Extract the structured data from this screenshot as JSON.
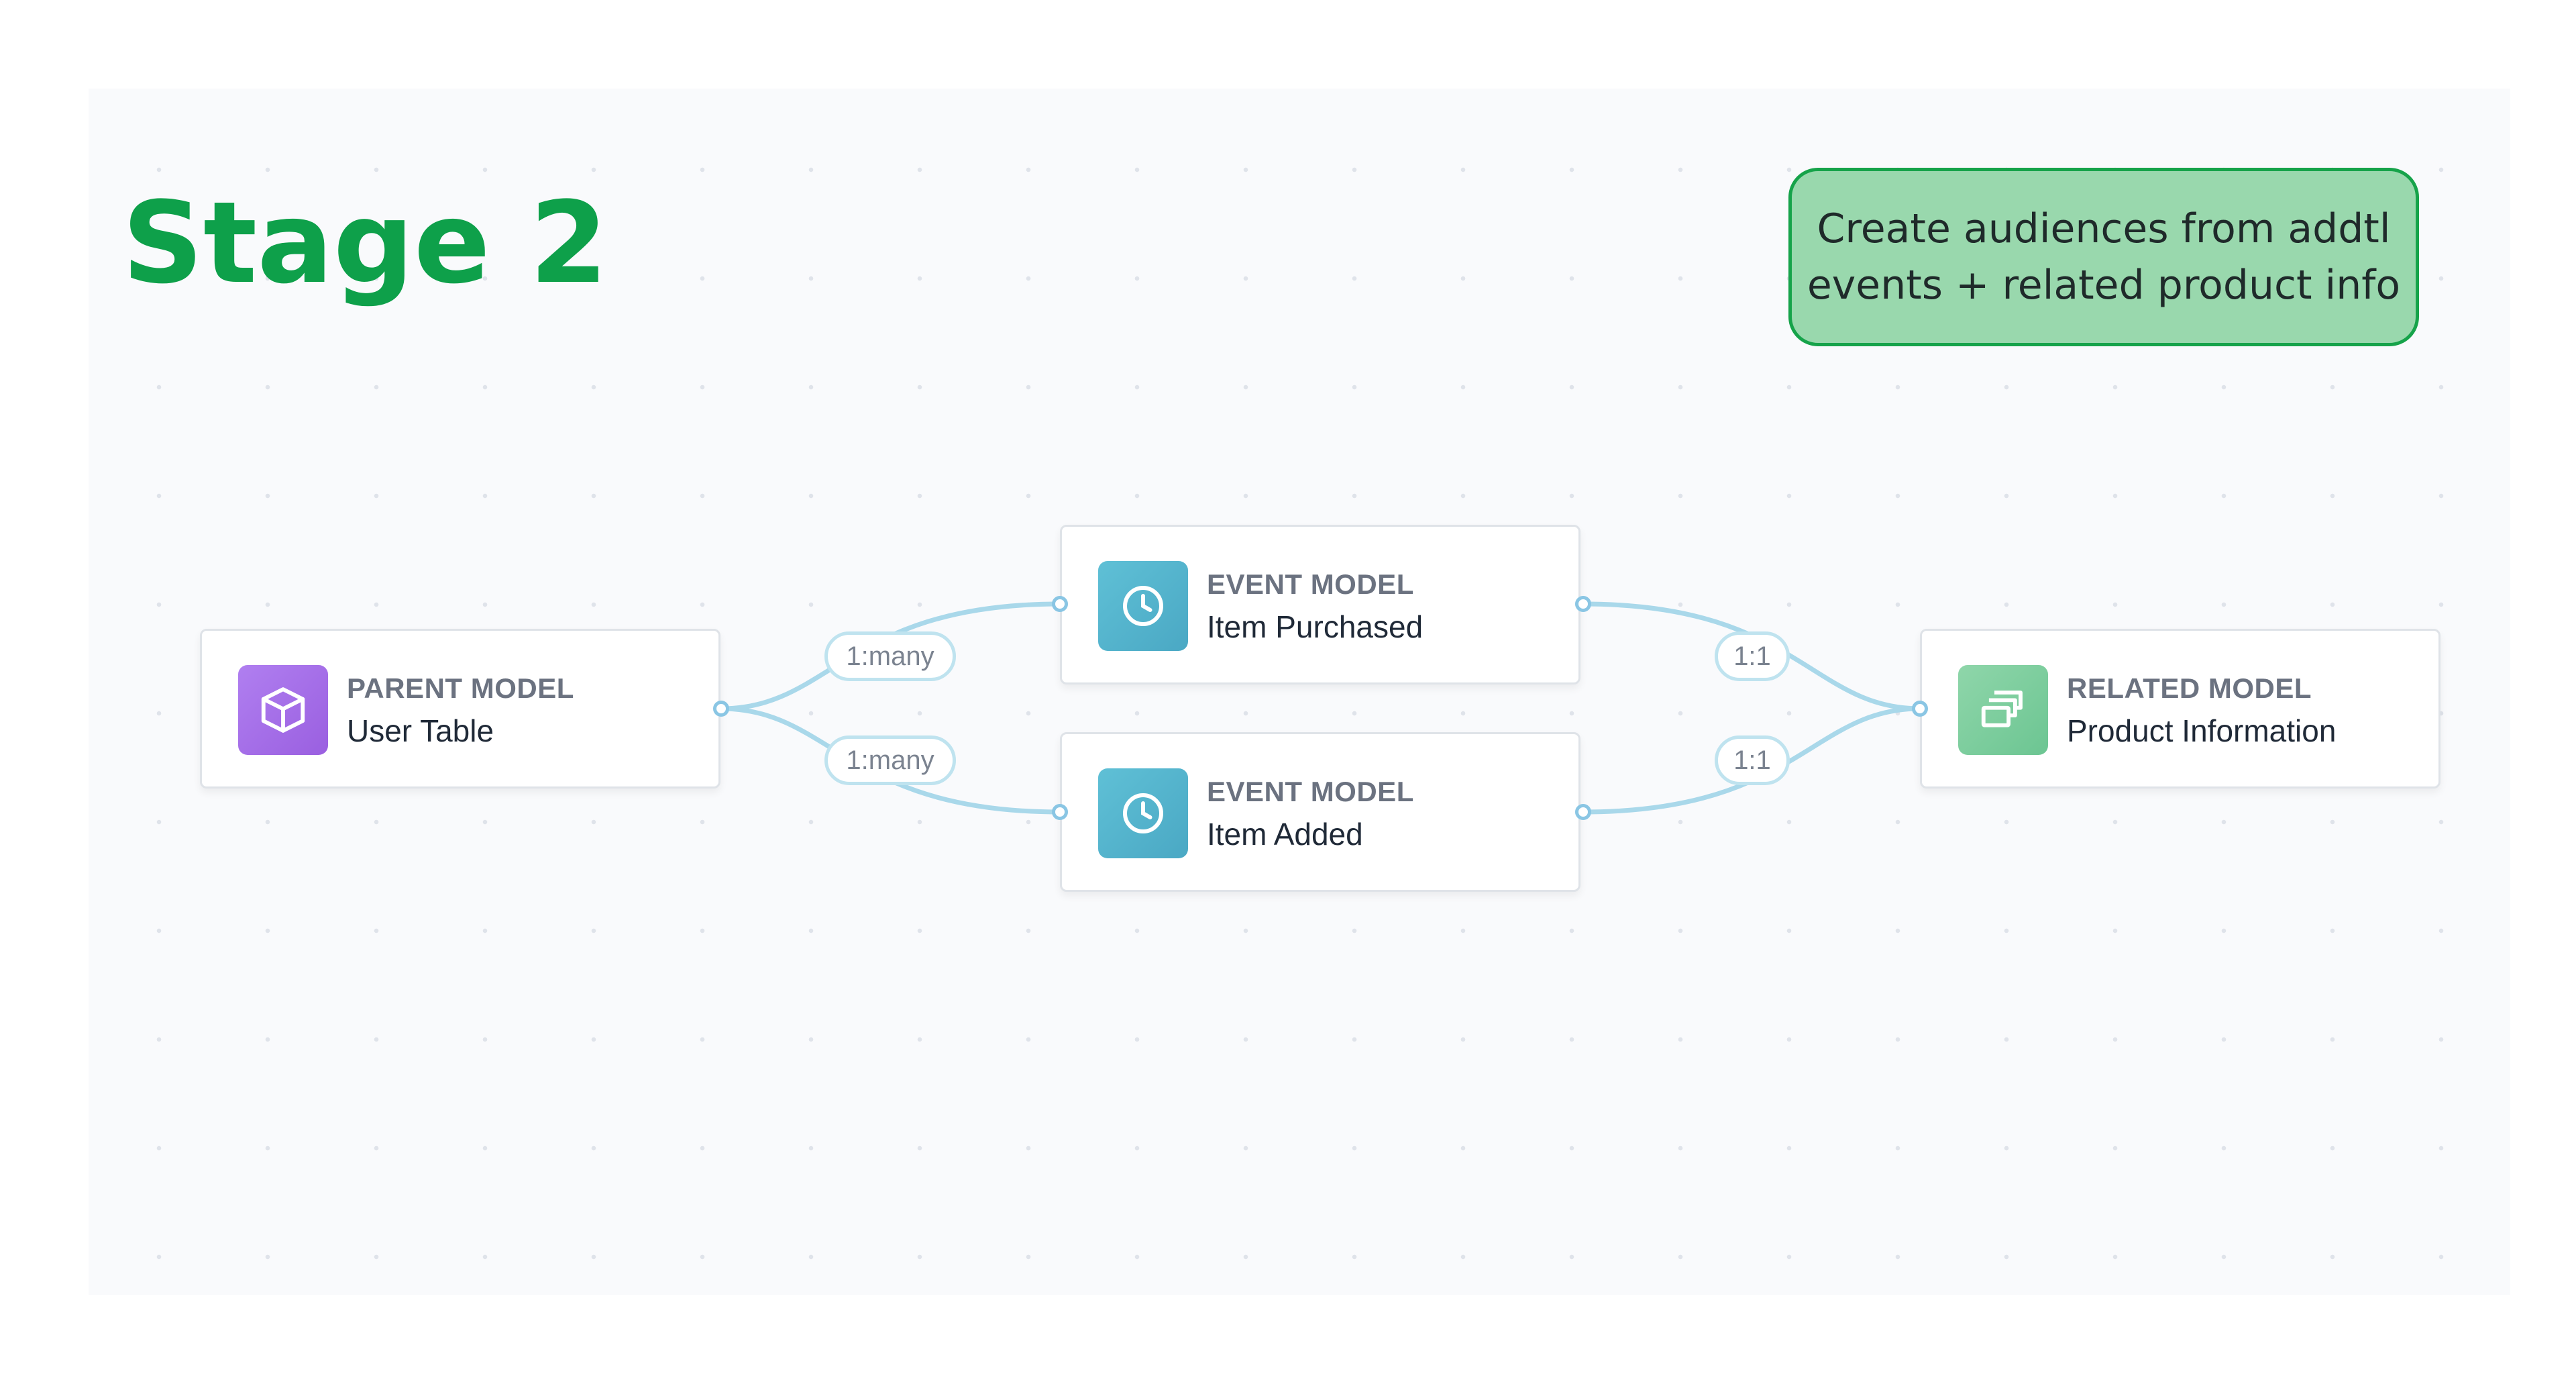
{
  "title": "Stage 2",
  "callout": {
    "line1": "Create audiences from addtl",
    "line2": "events + related product info"
  },
  "nodes": {
    "parent": {
      "type": "PARENT MODEL",
      "name": "User Table",
      "icon": "cube-icon",
      "color": "#a56ee6"
    },
    "event_purchased": {
      "type": "EVENT MODEL",
      "name": "Item Purchased",
      "icon": "clock-icon",
      "color": "#4fb3cc"
    },
    "event_added": {
      "type": "EVENT MODEL",
      "name": "Item Added",
      "icon": "clock-icon",
      "color": "#4fb3cc"
    },
    "related": {
      "type": "RELATED MODEL",
      "name": "Product Information",
      "icon": "stacked-layers-icon",
      "color": "#7fcf9e"
    }
  },
  "edges": [
    {
      "from": "parent",
      "to": "event_purchased",
      "label": "1:many"
    },
    {
      "from": "parent",
      "to": "event_added",
      "label": "1:many"
    },
    {
      "from": "event_purchased",
      "to": "related",
      "label": "1:1"
    },
    {
      "from": "event_added",
      "to": "related",
      "label": "1:1"
    }
  ],
  "colors": {
    "title": "#0ea04a",
    "callout_fill": "#99d8ad",
    "callout_border": "#16a34a",
    "edge": "#a9d8ea"
  }
}
